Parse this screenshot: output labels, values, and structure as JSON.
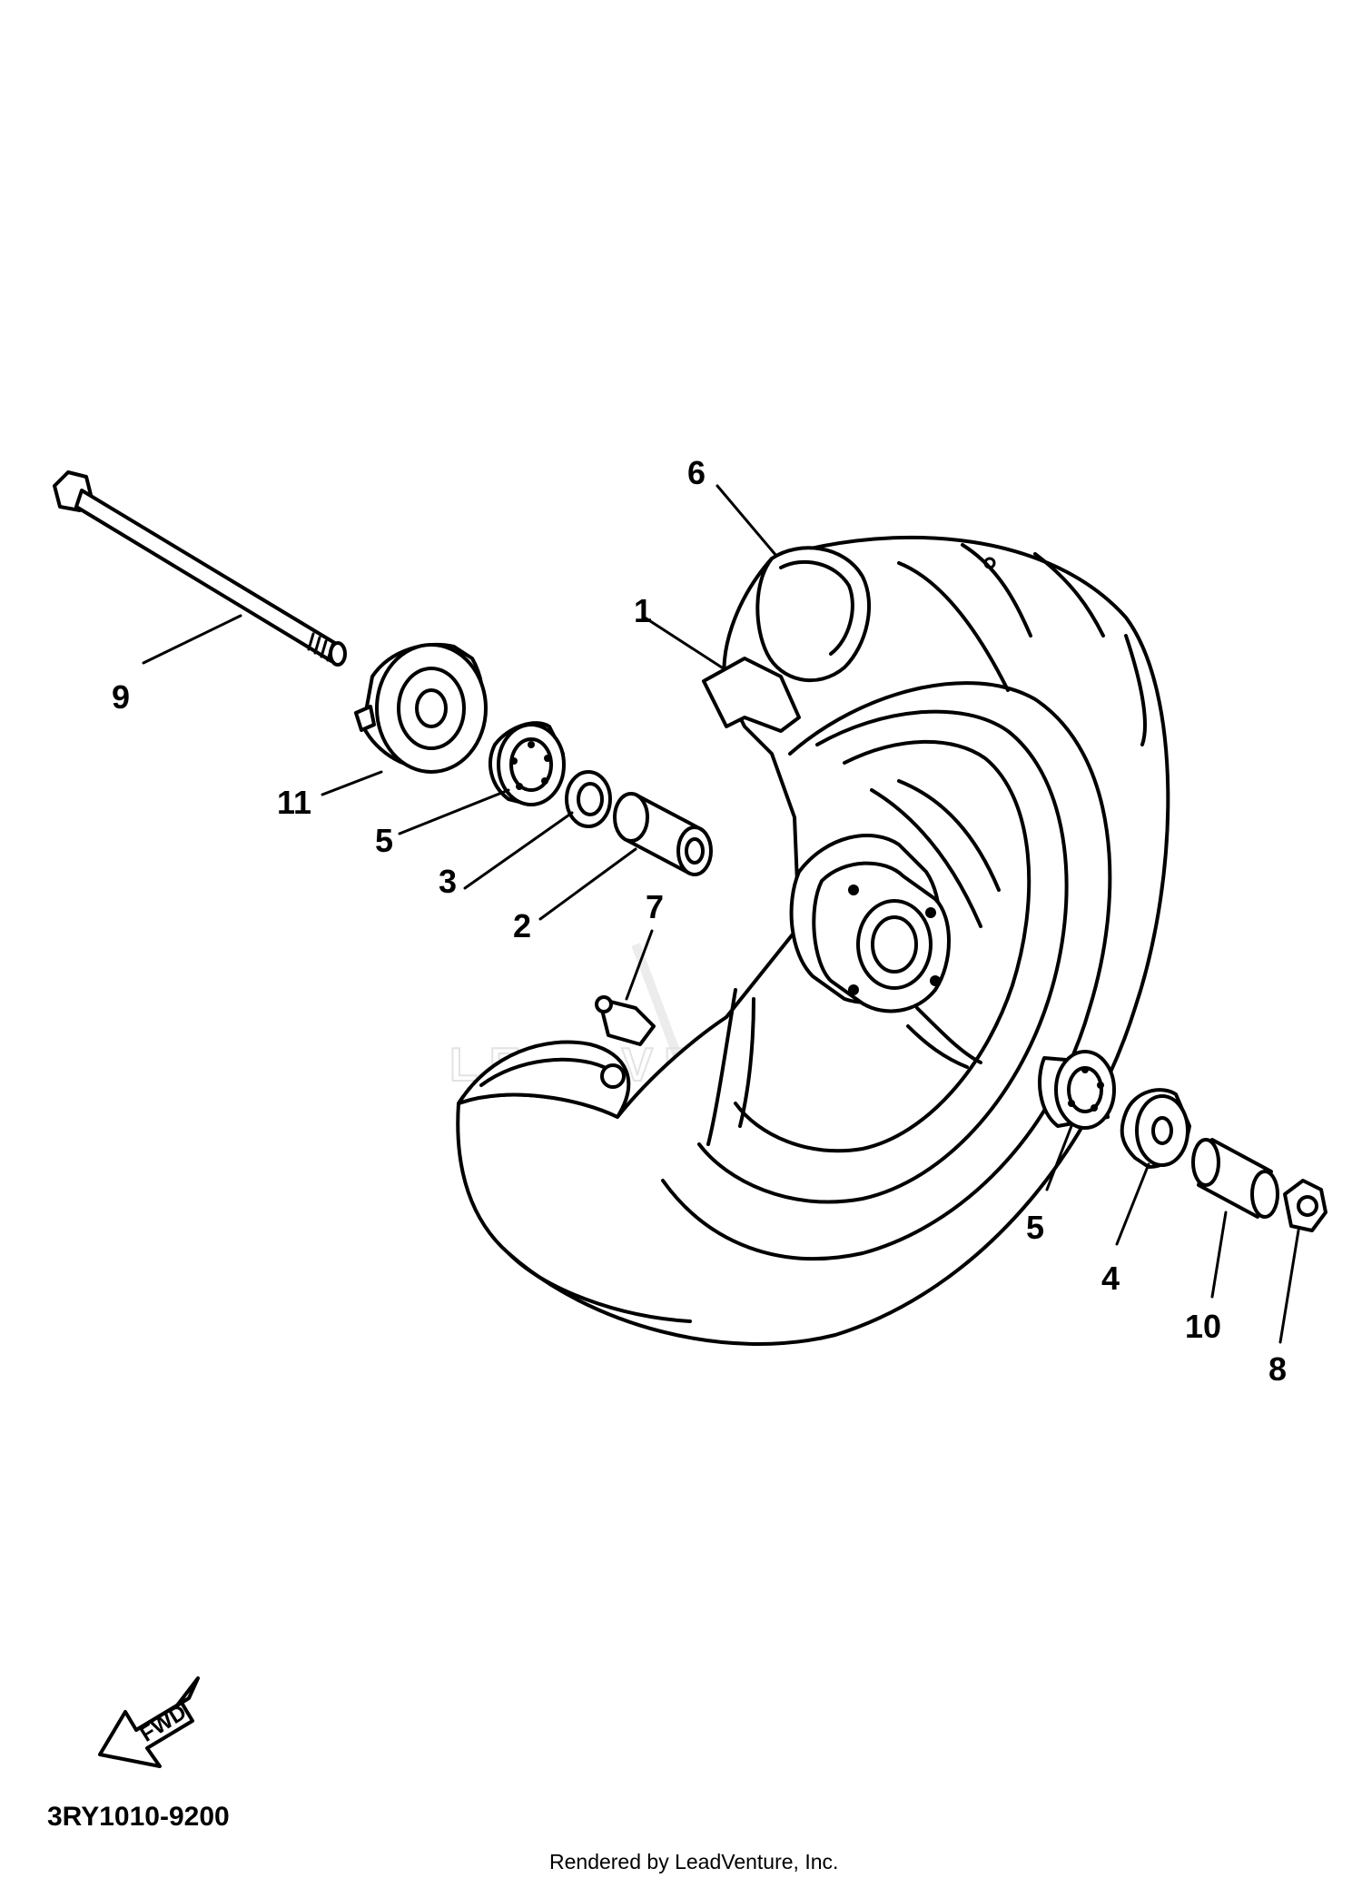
{
  "diagram": {
    "part_callouts": [
      "1",
      "2",
      "3",
      "4",
      "5",
      "5",
      "6",
      "7",
      "8",
      "9",
      "10",
      "11"
    ],
    "fwd_label": "FWD",
    "diagram_code": "3RY1010-9200",
    "credit": "Rendered by LeadVenture, Inc.",
    "watermark": "LEADVENTURE"
  }
}
